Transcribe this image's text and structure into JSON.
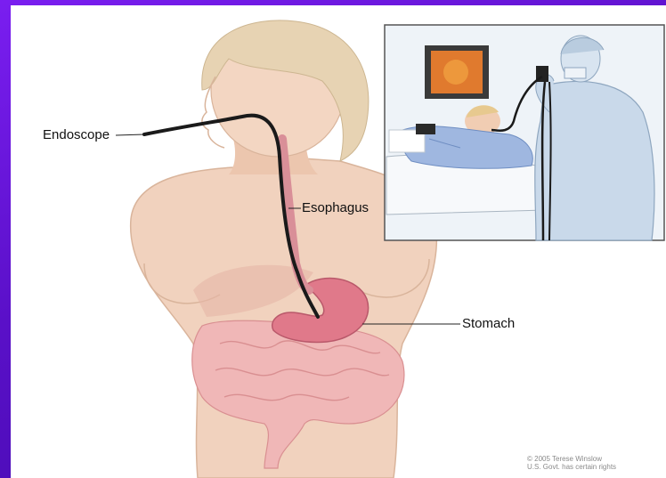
{
  "labels": {
    "endoscope": "Endoscope",
    "esophagus": "Esophagus",
    "stomach": "Stomach"
  },
  "credit": {
    "line1": "© 2005 Terese Winslow",
    "line2": "U.S. Govt. has certain rights"
  },
  "colors": {
    "slide_background": "#6a12d8",
    "skin": "#f1d2be",
    "hair": "#e7d3b3",
    "stomach": "#e0798a",
    "intestine": "#f0b7b7",
    "endoscope": "#1a1a1a",
    "gown": "#c9d9ea"
  }
}
